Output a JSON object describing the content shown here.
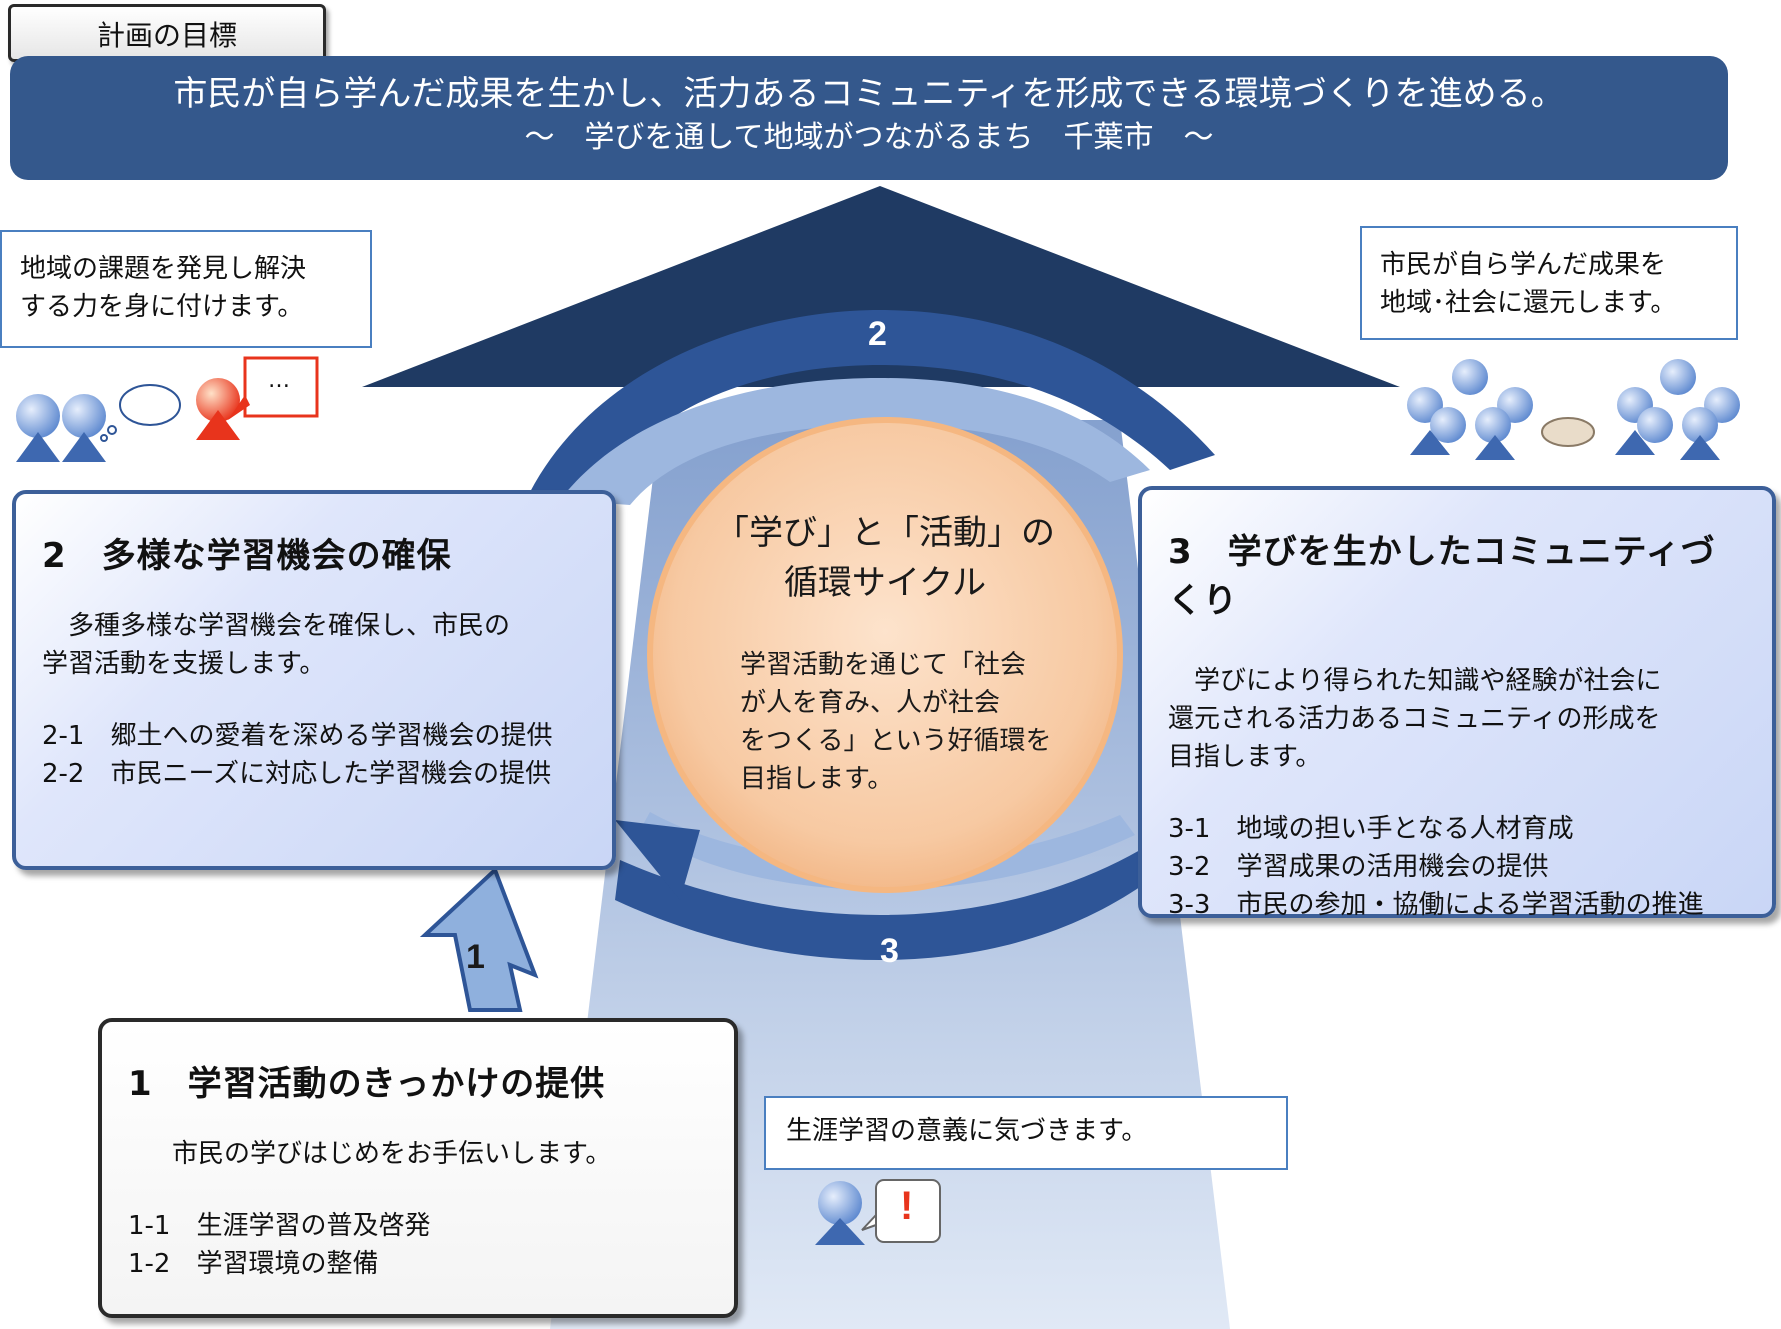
{
  "header": {
    "tag": "計画の目標",
    "goal": "市民が自ら学んだ成果を生かし、活力あるコミュニティを形成できる環境づくりを進める。",
    "slogan": "～　学びを通して地域がつながるまち　千葉市　～"
  },
  "notes": {
    "top_left": [
      "地域の課題を発見し解決",
      "する力を身に付けます。"
    ],
    "top_right": [
      "市民が自ら学んだ成果を",
      "地域･社会に還元します。"
    ],
    "bottom": "生涯学習の意義に気づきます。"
  },
  "speech": {
    "ellipsis": "…",
    "exclaim": "!"
  },
  "arrows": {
    "a1": "1",
    "a2": "2",
    "a3": "3"
  },
  "center": {
    "title": [
      "「学び」と「活動」の",
      "循環サイクル"
    ],
    "desc": [
      "学習活動を通じて「社会",
      "が人を育み、人が社会",
      "をつくる」という好循環を",
      "目指します。"
    ]
  },
  "card2": {
    "title": "2　多様な学習機会の確保",
    "desc": [
      "　多種多様な学習機会を確保し、市民の",
      "学習活動を支援します。"
    ],
    "items": [
      "2-1　郷土への愛着を深める学習機会の提供",
      "2-2　市民ニーズに対応した学習機会の提供"
    ]
  },
  "card3": {
    "title": "3　学びを生かしたコミュニティづくり",
    "desc": [
      "　学びにより得られた知識や経験が社会に",
      "還元される活力あるコミュニティの形成を",
      "目指します。"
    ],
    "items": [
      "3-1　地域の担い手となる人材育成",
      "3-2　学習成果の活用機会の提供",
      "3-3　市民の参加・協働による学習活動の推進"
    ]
  },
  "card1": {
    "title": "1　学習活動のきっかけの提供",
    "desc": "　市民の学びはじめをお手伝いします。",
    "items": [
      "1-1　生涯学習の普及啓発",
      "1-2　学習環境の整備"
    ]
  },
  "colors": {
    "banner": "#34588c",
    "roof": "#1f3a63",
    "ring_dark": "#2e5597",
    "ring_light": "#9db7df",
    "circle": "#f9cda9",
    "person_blue": "#6f9ad8",
    "person_red": "#e8341c"
  }
}
